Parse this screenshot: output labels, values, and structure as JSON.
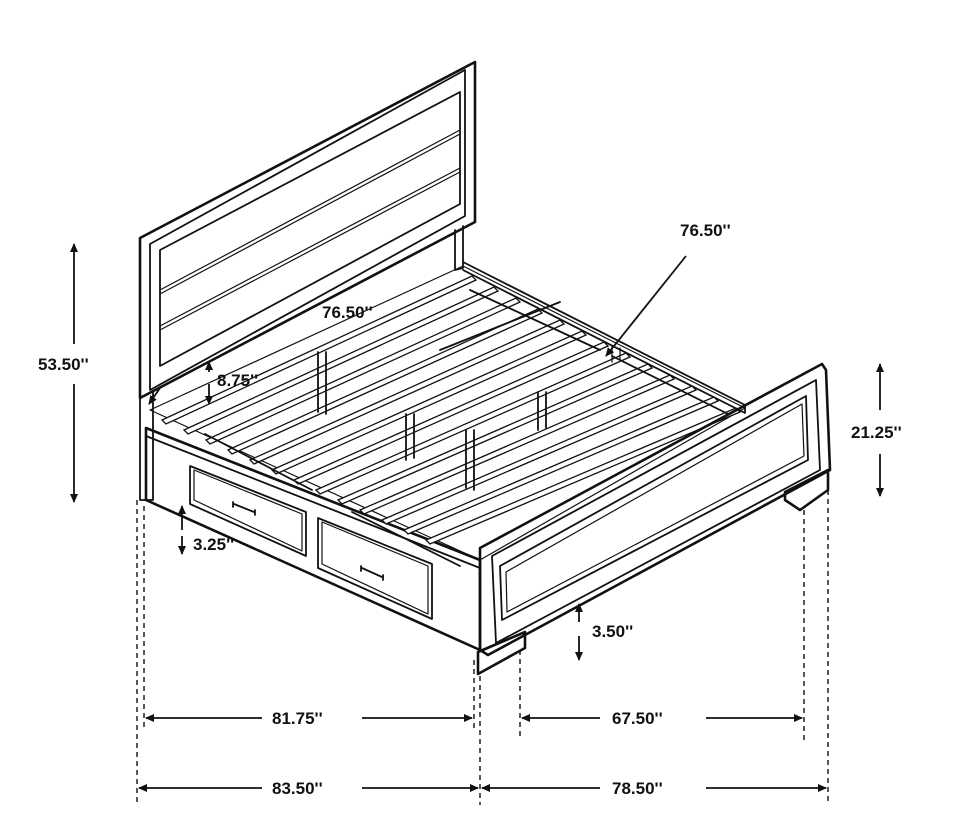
{
  "dimensions": {
    "overall_height": "53.50''",
    "headboard_gap": "8.75''",
    "inner_length_left": "76.50''",
    "inner_length_right": "76.50''",
    "footboard_height": "21.25''",
    "drawer_clearance": "3.25''",
    "foot_clearance": "3.50''",
    "inner_length_bottom": "81.75''",
    "inner_width_bottom": "67.50''",
    "overall_length": "83.50''",
    "overall_width": "78.50''"
  }
}
